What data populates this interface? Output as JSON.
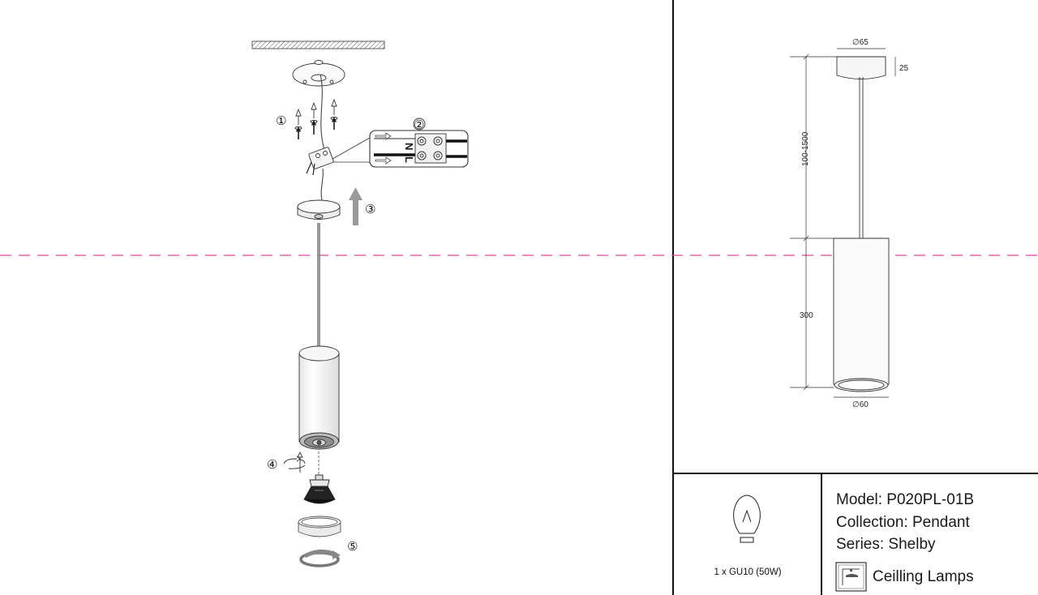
{
  "assembly": {
    "step_1": "①",
    "step_2": "②",
    "step_3": "③",
    "step_4": "④",
    "step_5": "⑤",
    "terminal_n": "N",
    "terminal_l": "L"
  },
  "dimensions": {
    "canopy_diameter": "∅65",
    "canopy_height": "25",
    "cable_length": "100-1500",
    "body_height": "300",
    "body_diameter": "∅60"
  },
  "info": {
    "bulb_spec": "1 x GU10 (50W)",
    "model": "Model: P020PL-01B",
    "collection": "Collection: Pendant",
    "series": "Series: Shelby",
    "category": "Ceilling Lamps"
  },
  "colors": {
    "guide_line": "#e0469a",
    "line": "#222222",
    "shade": "#9a9a9a"
  }
}
